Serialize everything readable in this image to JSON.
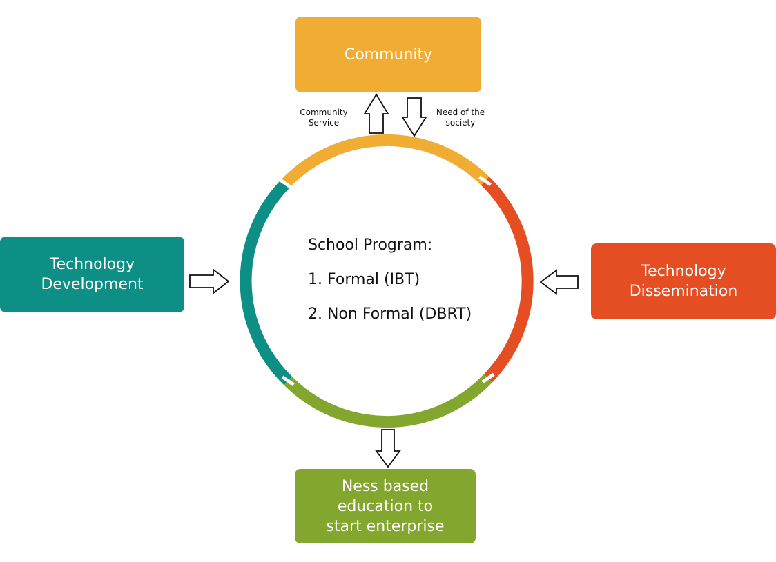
{
  "boxes": {
    "community": {
      "lines": [
        "Community"
      ],
      "color": "#F0AC33"
    },
    "technology_development": {
      "lines": [
        "Technology",
        "Development"
      ],
      "color": "#0E8F86"
    },
    "technology_dissemination": {
      "lines": [
        "Technology",
        "Dissemination"
      ],
      "color": "#E54E23"
    },
    "ness_education": {
      "lines": [
        "Ness based",
        "education to",
        "start enterprise"
      ],
      "color": "#83A72E"
    }
  },
  "labels": {
    "community_service": [
      "Community",
      "Service"
    ],
    "need_of_society": [
      "Need of the",
      "society"
    ]
  },
  "center": {
    "title": "School Program:",
    "items": [
      "1. Formal (IBT)",
      "2. Non Formal (DBRT)"
    ]
  },
  "ring_colors": {
    "top": "#F0AC33",
    "right": "#E54E23",
    "bottom": "#83A72E",
    "left": "#0E8F86"
  }
}
